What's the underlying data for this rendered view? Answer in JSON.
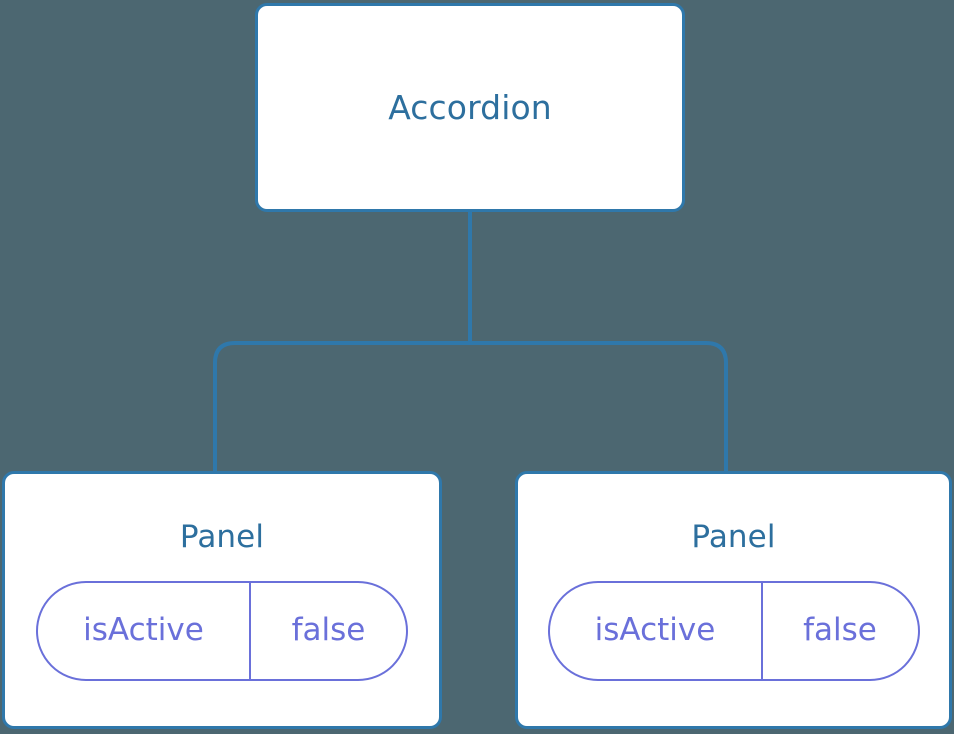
{
  "diagram": {
    "background_color": "#4c6771",
    "node_fill": "#ffffff",
    "node_border_color": "#2f78ab",
    "node_title_color": "#2d6f9e",
    "prop_color": "#6a70da",
    "connector_color": "#2f78ab",
    "root": {
      "title": "Accordion"
    },
    "children": [
      {
        "title": "Panel",
        "props": [
          {
            "key": "isActive",
            "value": "false"
          }
        ]
      },
      {
        "title": "Panel",
        "props": [
          {
            "key": "isActive",
            "value": "false"
          }
        ]
      }
    ]
  }
}
